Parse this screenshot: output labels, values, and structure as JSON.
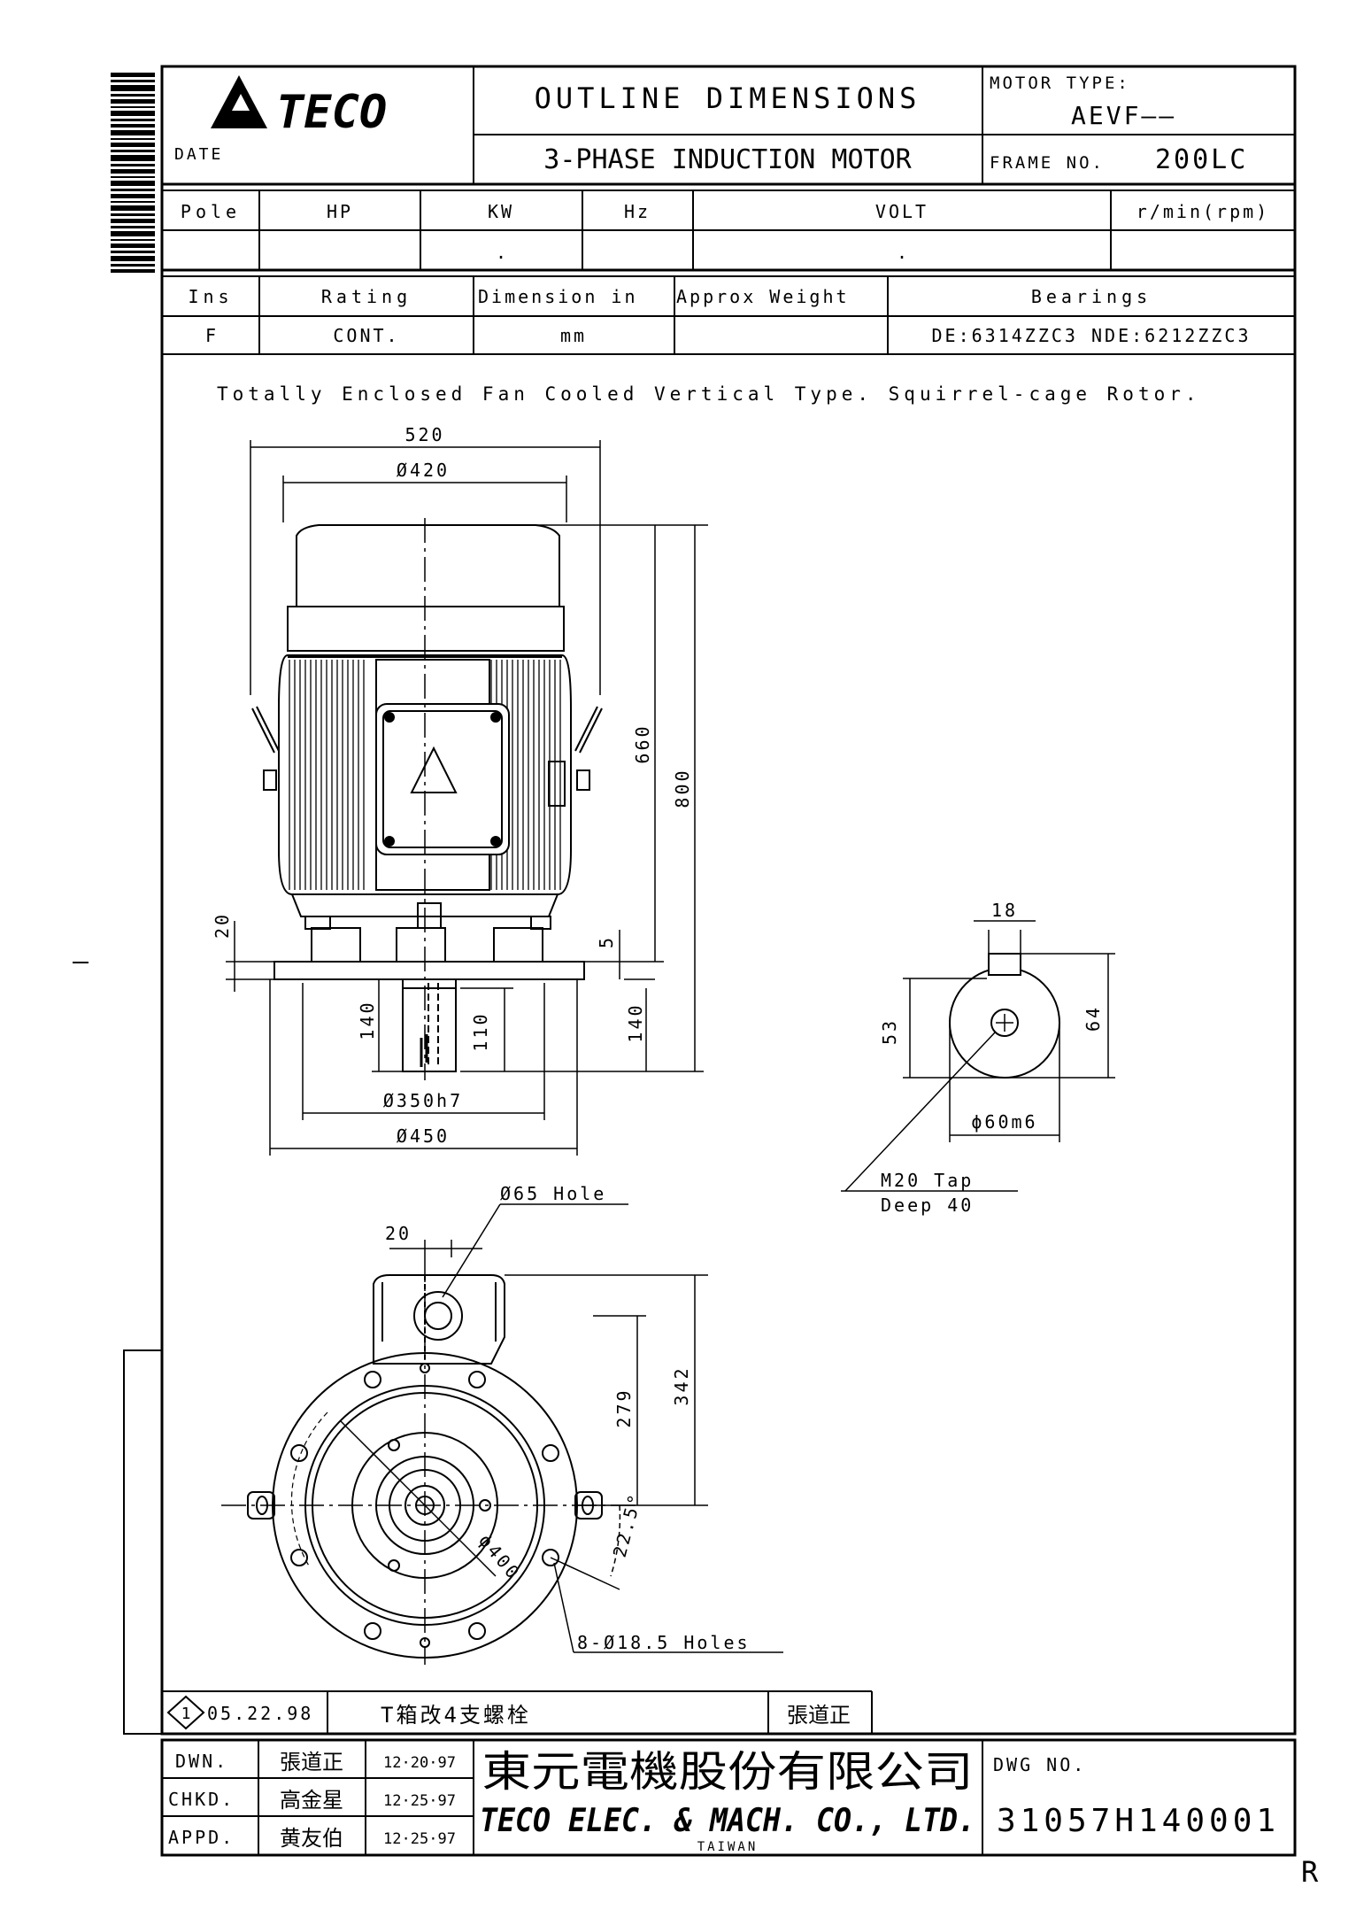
{
  "company": {
    "logo_text": "TECO",
    "name_cjk": "東元電機股份有限公司",
    "name_en": "TECO ELEC. & MACH. CO., LTD.",
    "country": "TAIWAN"
  },
  "header": {
    "date_label": "DATE",
    "title": "OUTLINE DIMENSIONS",
    "subtitle": "3-PHASE INDUCTION MOTOR",
    "motor_type_label": "MOTOR TYPE:",
    "motor_type_value": "AEVF——",
    "frame_label": "FRAME NO.",
    "frame_value": "200LC"
  },
  "specs_row1": {
    "headers": [
      "Pole",
      "HP",
      "KW",
      "Hz",
      "VOLT",
      "r/min(rpm)"
    ],
    "values": [
      "",
      "",
      ".",
      "",
      ".",
      ""
    ]
  },
  "specs_row2": {
    "headers": [
      "Ins",
      "Rating",
      "Dimension in",
      "Approx Weight",
      "Bearings"
    ],
    "values": [
      "F",
      "CONT.",
      "mm",
      "",
      "DE:6314ZZC3 NDE:6212ZZC3"
    ]
  },
  "description": "Totally Enclosed Fan Cooled Vertical Type. Squirrel-cage Rotor.",
  "dimensions": {
    "overall_width": "520",
    "fan_dia": "Ø420",
    "height_660": "660",
    "height_800": "800",
    "flange_20": "20",
    "spigot_5": "5",
    "shaft_140_left": "140",
    "shaft_110": "110",
    "shaft_140_right": "140",
    "spigot_dia": "Ø350h7",
    "flange_dia": "Ø450",
    "key_18": "18",
    "shaft_53": "53",
    "shaft_64": "64",
    "shaft_dia": "ϕ60m6",
    "tap": "M20  Tap",
    "tap_deep": "Deep  40",
    "hole_65": "Ø65 Hole",
    "top_20": "20",
    "height_279": "279",
    "height_342": "342",
    "pcd_400": "ϕ400",
    "angle": "22.5°",
    "holes": "8-Ø18.5 Holes"
  },
  "revision": {
    "number": "1",
    "date": "05.22.98",
    "note": "T箱改4支螺栓",
    "by": "張道正"
  },
  "title_block": {
    "rows": [
      {
        "label": "DWN.",
        "name": "張道正",
        "date": "12·20·97"
      },
      {
        "label": "CHKD.",
        "name": "高金星",
        "date": "12·25·97"
      },
      {
        "label": "APPD.",
        "name": "黄友伯",
        "date": "12·25·97"
      }
    ],
    "dwg_label": "DWG NO.",
    "dwg_no": "31057H140001"
  },
  "corner_mark": "R"
}
